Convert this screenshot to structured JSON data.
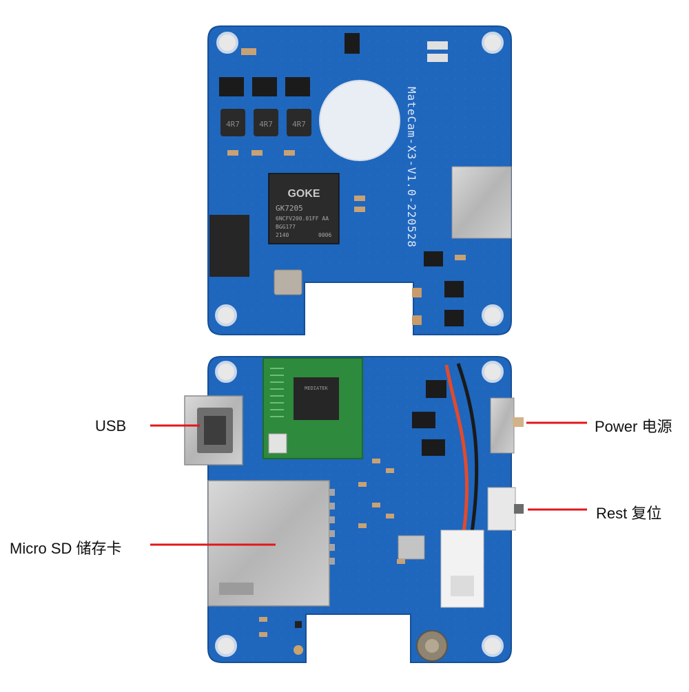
{
  "board": {
    "silkscreen": "MateCam-X3-V1.0-220528",
    "soc": {
      "brand": "GOKE",
      "model": "GK7205",
      "line1": "6NCFV200.01FF AA",
      "line2": "BGG177",
      "line3": "2140",
      "line4": "0006"
    },
    "inductor_label": "4R7",
    "wifi_chip_label": "MEDIATEK"
  },
  "callouts": {
    "usb": "USB",
    "micro_sd": "Micro SD 储存卡",
    "power": "Power 电源",
    "reset": "Rest 复位"
  },
  "colors": {
    "pcb": "#1e63b8",
    "pcb_edge": "#174f96",
    "callout_line": "#e3161b",
    "wifi_module": "#2e8a3c"
  }
}
